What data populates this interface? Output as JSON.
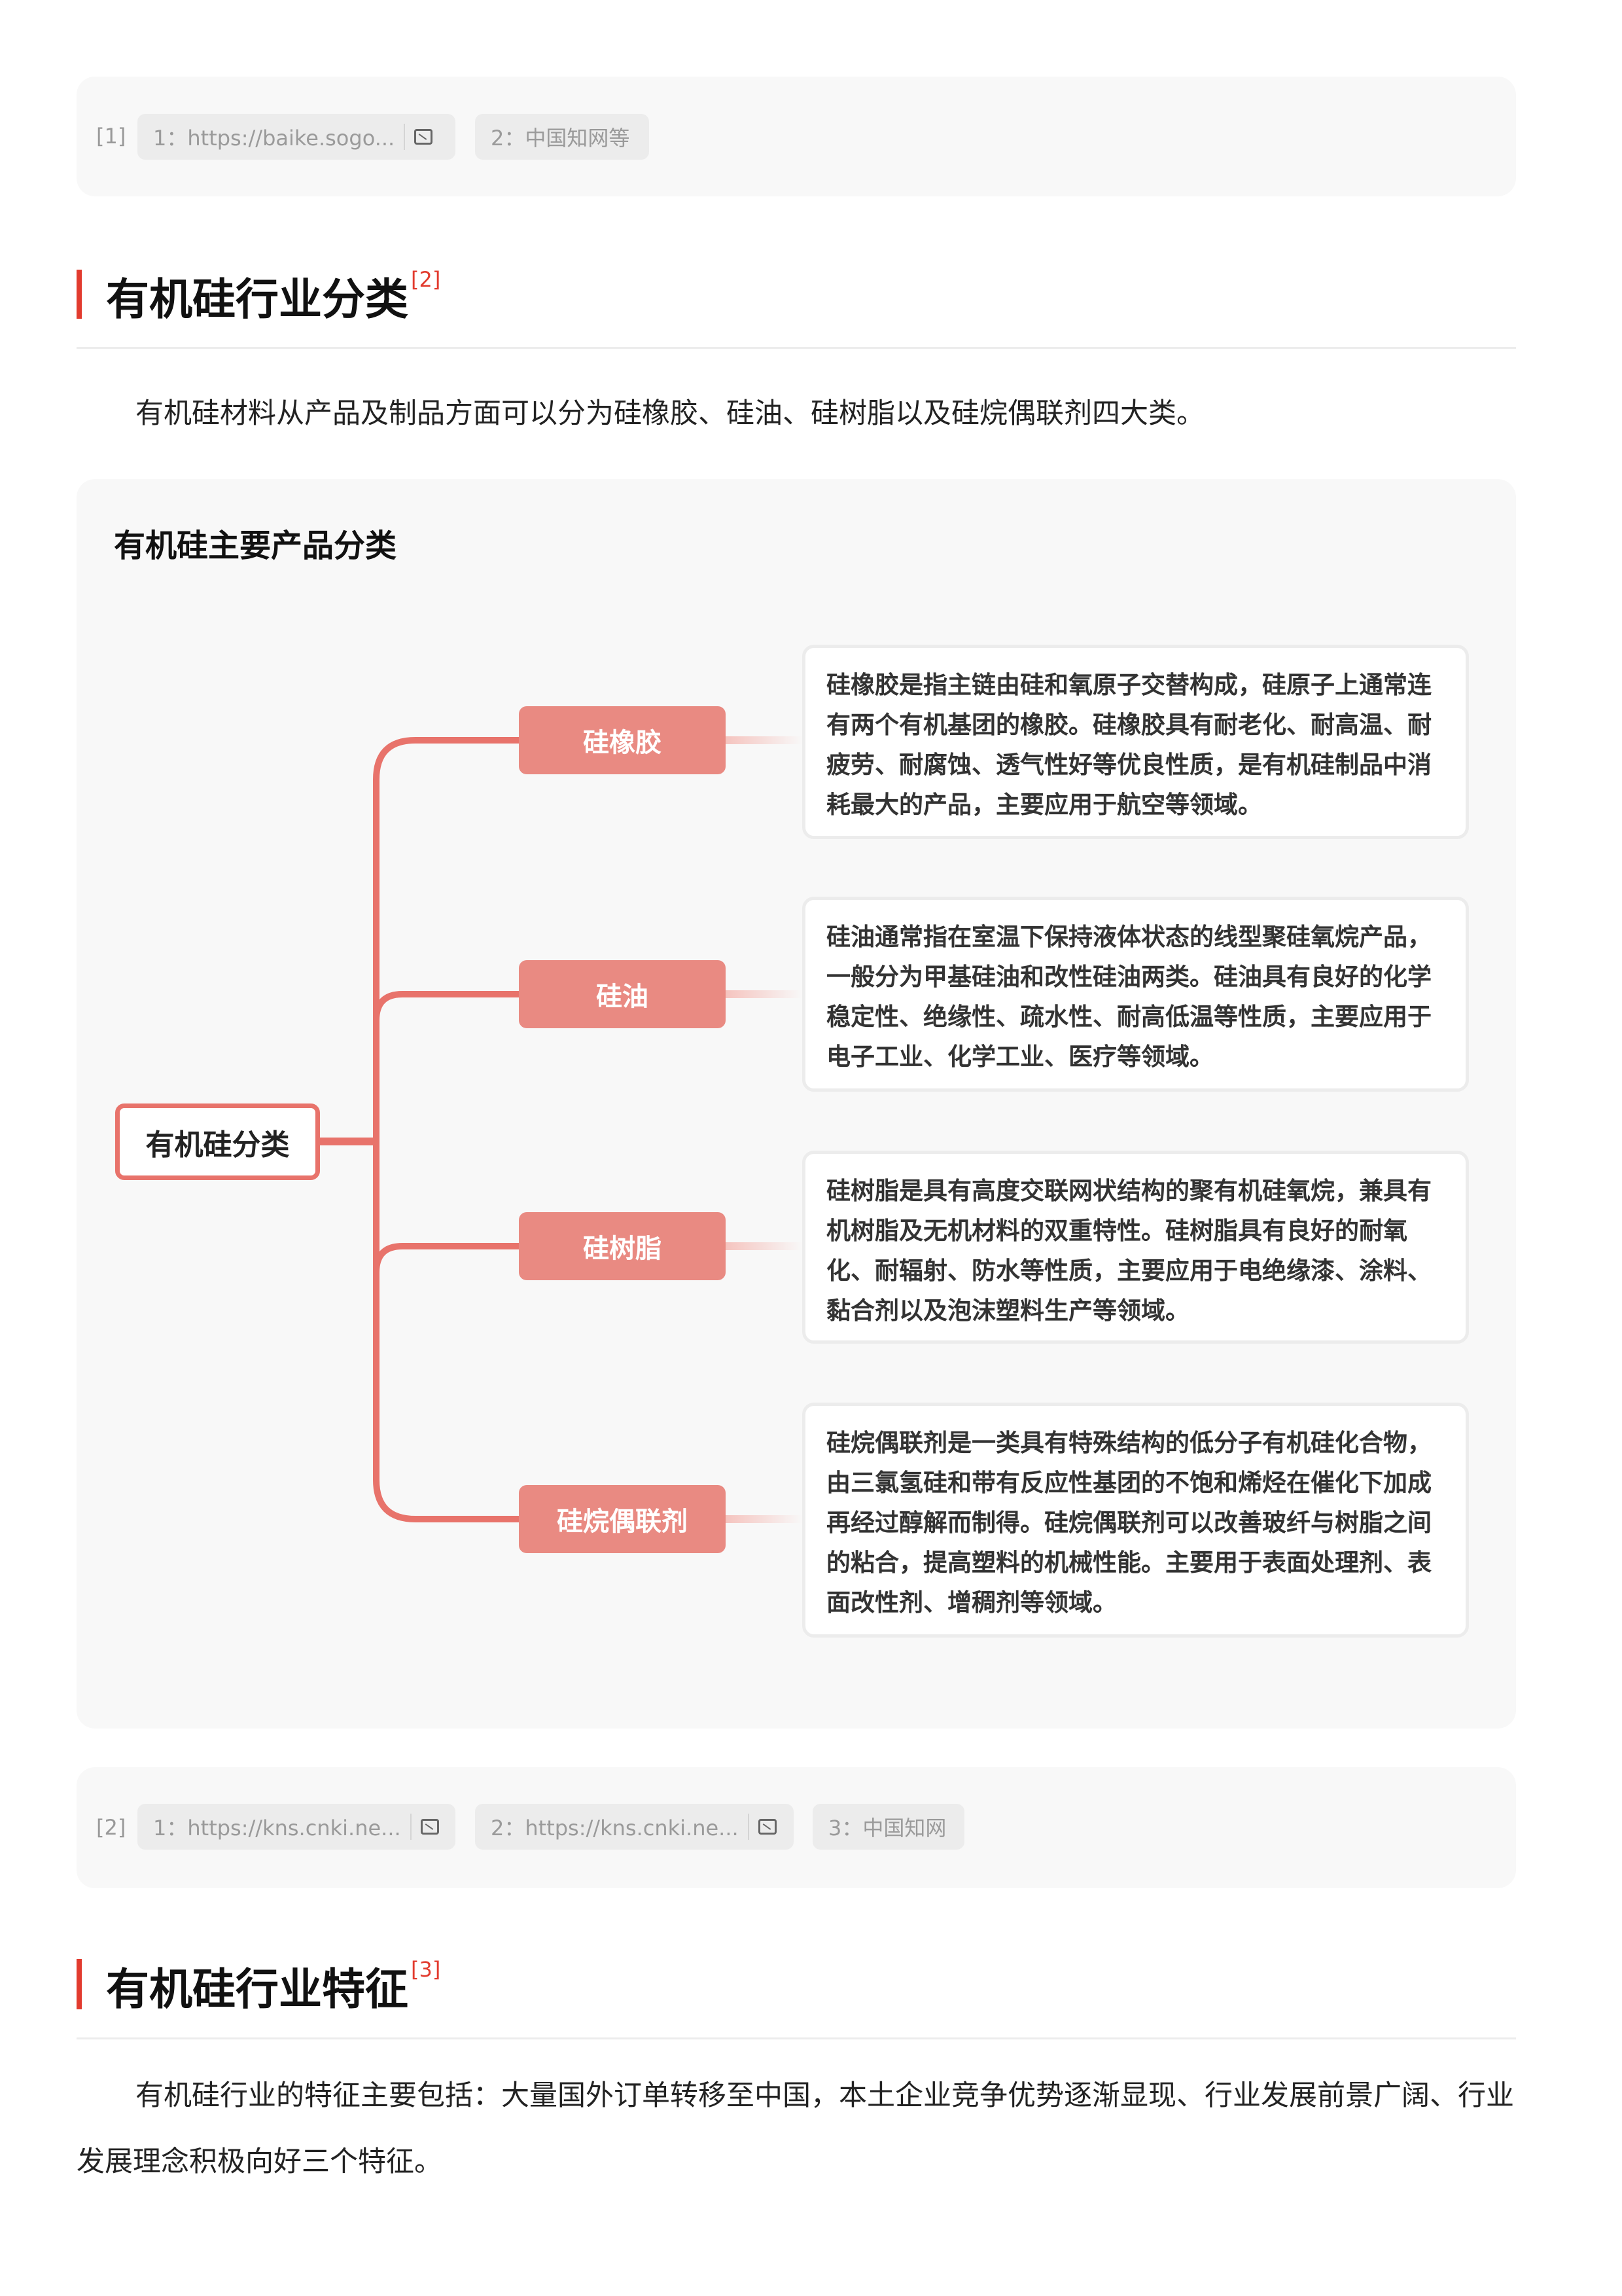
{
  "refs1": {
    "label": "[1]",
    "chips": [
      {
        "text": "1：https://baike.sogo...",
        "icon": "image-icon"
      },
      {
        "text": "2：中国知网等"
      }
    ]
  },
  "section1": {
    "title": "有机硅行业分类",
    "ref": "[2]",
    "paragraph": "有机硅材料从产品及制品方面可以分为硅橡胶、硅油、硅树脂以及硅烷偶联剂四大类。"
  },
  "diagram": {
    "title": "有机硅主要产品分类",
    "root": "有机硅分类",
    "accent": "#e8736b",
    "children": [
      {
        "label": "硅橡胶",
        "desc": "硅橡胶是指主链由硅和氧原子交替构成，硅原子上通常连有两个有机基团的橡胶。硅橡胶具有耐老化、耐高温、耐疲劳、耐腐蚀、透气性好等优良性质，是有机硅制品中消耗最大的产品，主要应用于航空等领域。"
      },
      {
        "label": "硅油",
        "desc": "硅油通常指在室温下保持液体状态的线型聚硅氧烷产品，一般分为甲基硅油和改性硅油两类。硅油具有良好的化学稳定性、绝缘性、疏水性、耐高低温等性质，主要应用于电子工业、化学工业、医疗等领域。"
      },
      {
        "label": "硅树脂",
        "desc": "硅树脂是具有高度交联网状结构的聚有机硅氧烷，兼具有机树脂及无机材料的双重特性。硅树脂具有良好的耐氧化、耐辐射、防水等性质，主要应用于电绝缘漆、涂料、黏合剂以及泡沫塑料生产等领域。"
      },
      {
        "label": "硅烷偶联剂",
        "desc": "硅烷偶联剂是一类具有特殊结构的低分子有机硅化合物，由三氯氢硅和带有反应性基团的不饱和烯烃在催化下加成再经过醇解而制得。硅烷偶联剂可以改善玻纤与树脂之间的粘合，提高塑料的机械性能。主要用于表面处理剂、表面改性剂、增稠剂等领域。"
      }
    ]
  },
  "refs2": {
    "label": "[2]",
    "chips": [
      {
        "text": "1：https://kns.cnki.ne...",
        "icon": "image-icon"
      },
      {
        "text": "2：https://kns.cnki.ne...",
        "icon": "image-icon"
      },
      {
        "text": "3：中国知网"
      }
    ]
  },
  "section2": {
    "title": "有机硅行业特征",
    "ref": "[3]",
    "paragraph": "有机硅行业的特征主要包括：大量国外订单转移至中国，本土企业竞争优势逐渐显现、行业发展前景广阔、行业发展理念积极向好三个特征。"
  }
}
